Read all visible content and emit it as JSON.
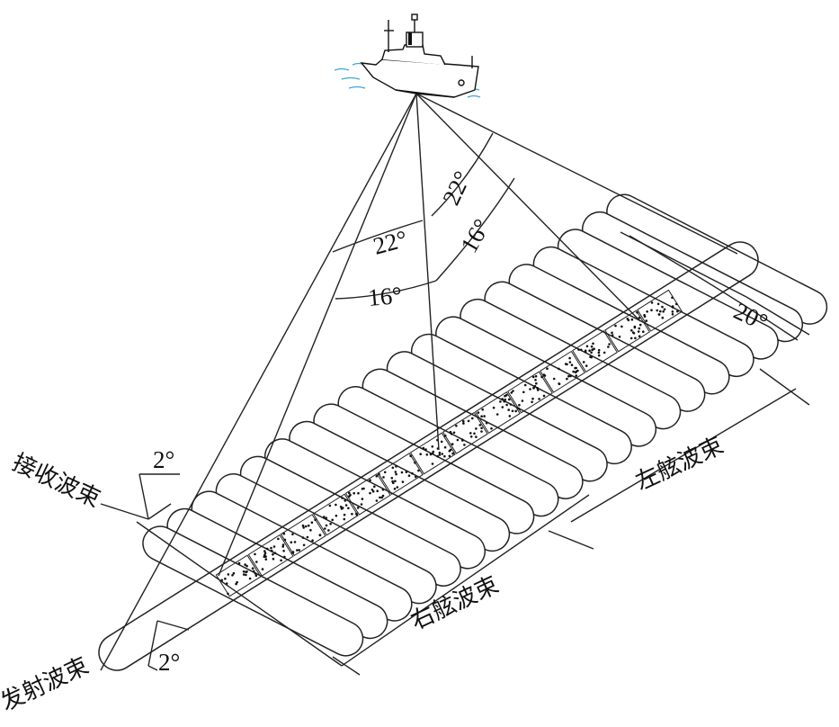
{
  "labels": {
    "receive_beam": "接收波束",
    "transmit_beam": "发射波束",
    "port_beams": "左舷波束",
    "starboard_beams": "右舷波束",
    "angle_22_left": "22°",
    "angle_22_right": "22°",
    "angle_16_left": "16°",
    "angle_16_right": "16°",
    "angle_20": "20°",
    "angle_2_receive": "2°",
    "angle_2_transmit": "2°"
  },
  "icons": {
    "ship": "ship-icon"
  },
  "colors": {
    "line": "#222222",
    "water": "#3aa8d8"
  }
}
